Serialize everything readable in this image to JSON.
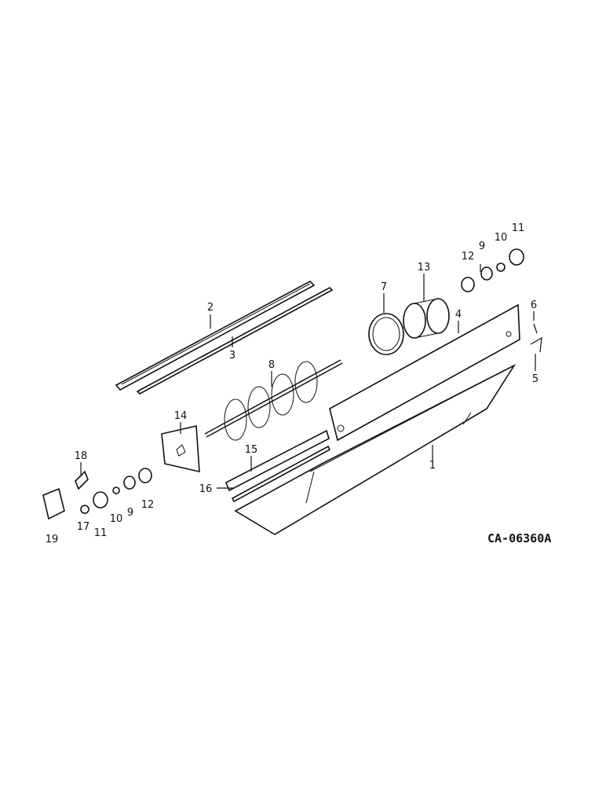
{
  "drawing": {
    "code": "CA-06360A",
    "labels": {
      "p1": "1",
      "p2": "2",
      "p3": "3",
      "p4": "4",
      "p5": "5",
      "p6": "6",
      "p7": "7",
      "p8": "8",
      "p9a": "9",
      "p9b": "9",
      "p10a": "10",
      "p10b": "10",
      "p11a": "11",
      "p11b": "11",
      "p12a": "12",
      "p12b": "12",
      "p13": "13",
      "p14": "14",
      "p15": "15",
      "p16": "16",
      "p17": "17",
      "p18": "18",
      "p19": "19"
    }
  }
}
